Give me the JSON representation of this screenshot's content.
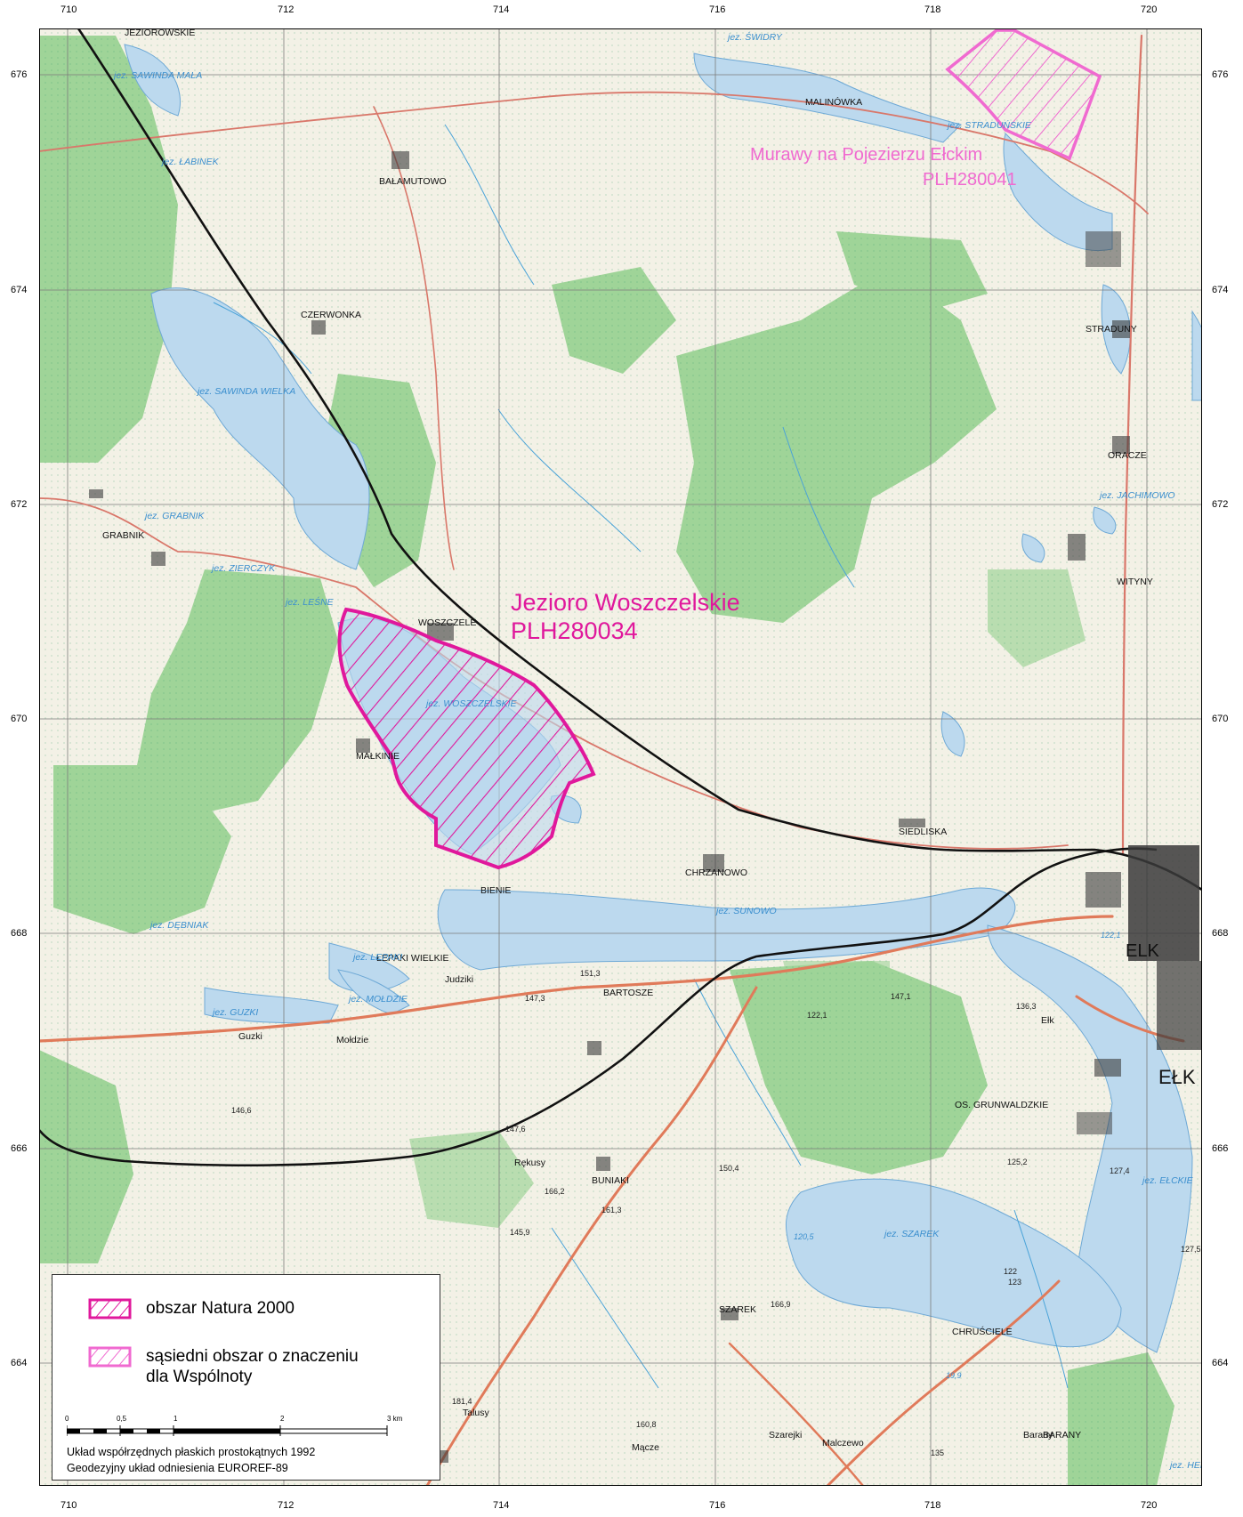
{
  "colors": {
    "site": "#e0189c",
    "adjacent_site": "#f06ad0",
    "water": "#bcd9ee",
    "forest": "#9fd498",
    "rail": "#111111",
    "road": "#e07a5a",
    "grid": "#7b7b7b"
  },
  "map": {
    "grid_x_labels": [
      "710",
      "712",
      "714",
      "716",
      "718",
      "720"
    ],
    "grid_y_labels": [
      "676",
      "674",
      "672",
      "670",
      "668",
      "666",
      "664"
    ],
    "site_label": {
      "line1": "Jezioro Woszczelskie",
      "line2": "PLH280034"
    },
    "adjacent_label": {
      "line1": "Murawy na Pojezierzu Ełckim",
      "line2": "PLH280041"
    },
    "places": [
      "JEZIOROWSKIE",
      "BAŁAMUTOWO",
      "CZERWONKA",
      "GRABNIK",
      "WOSZCZELE",
      "MAŁKINIE",
      "BIENIE",
      "CHRZANOWO",
      "SIEDLISKA",
      "MALINÓWKA",
      "STRADUNY",
      "ORACZE",
      "WITYNY",
      "ŁEPAKI WIELKIE",
      "Judziki",
      "BARTOSZE",
      "Guzki",
      "Mołdzie",
      "Rękusy",
      "BUNIAKI",
      "SZAREK",
      "CHRUŚCIELE",
      "OS. GRUNWALDZKIE",
      "ELK",
      "EŁK",
      "Ełk",
      "Talusy",
      "Mącze",
      "Szarejki",
      "Malczewo",
      "Barany",
      "BARANY"
    ],
    "town_label": "EŁK",
    "lakes": [
      "jez. ŚWIDRY",
      "jez. SAWINDA MAŁA",
      "jez. ŁABINEK",
      "jez. SAWINDA WIELKA",
      "jez. GRABNIK",
      "jez. ZIERCZYK",
      "jez. LEŚNE",
      "jez. WOSZCZELSKIE",
      "jez. SUNOWO",
      "jez. LEPAKI",
      "jez. MOŁDZIE",
      "jez. GUZKI",
      "jez. SZAREK",
      "jez. EŁCKIE",
      "jez. STRADUŃSKIE",
      "jez. JACHIMOWO",
      "jez. HERTA BUZA",
      "jez. DĘBNIAK"
    ],
    "elevations": [
      "151,3",
      "147,3",
      "122,1",
      "147,1",
      "136,3",
      "146,6",
      "147,6",
      "150,4",
      "166,2",
      "161,3",
      "145,9",
      "166,9",
      "125,2",
      "127,4",
      "127,5",
      "122",
      "123",
      "181,4",
      "160,8",
      "135",
      "120,5",
      "19,9",
      "122,1"
    ]
  },
  "legend": {
    "item1": "obszar Natura 2000",
    "item2_line1": "sąsiedni obszar o znaczeniu",
    "item2_line2": "dla Wspólnoty",
    "scale_labels": [
      "0",
      "0,5",
      "1",
      "2",
      "3 km"
    ],
    "footer_line1": "Układ współrzędnych płaskich prostokątnych 1992",
    "footer_line2": "Geodezyjny układ odniesienia EUROREF-89"
  }
}
